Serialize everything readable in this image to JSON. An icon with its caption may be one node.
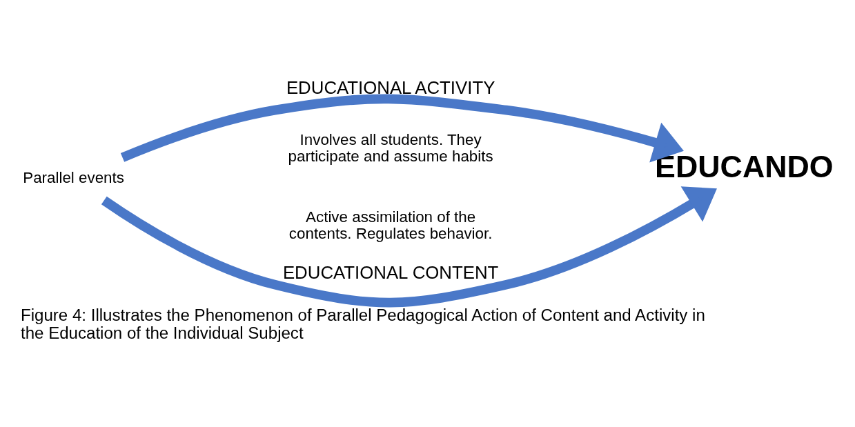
{
  "diagram": {
    "caption": "Figure 4: Illustrates the Phenomenon of Parallel Pedagogical Action of Content and Activity in the Education of the Individual Subject",
    "nodes": [
      {
        "text": [
          "Parallel events"
        ]
      },
      {
        "text": [
          "EDUCANDO"
        ]
      }
    ],
    "edges": [
      {
        "from": 0,
        "to": 1,
        "arrow": "to",
        "label": "EDUCATIONAL ACTIVITY"
      },
      {
        "from": 0,
        "to": 1,
        "arrow": "to",
        "label": "EDUCATIONAL CONTENT"
      }
    ],
    "labels": [
      "Involves all students. They participate and assume habits",
      "Active assimilation of the contents. Regulates behavior."
    ]
  }
}
